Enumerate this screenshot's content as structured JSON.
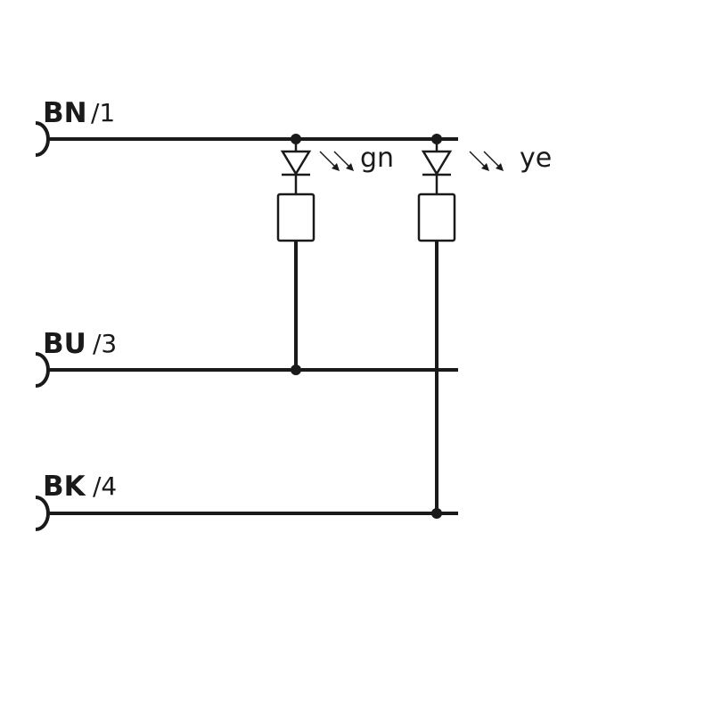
{
  "terminals": [
    {
      "color_code": "BN",
      "pin": "/1"
    },
    {
      "color_code": "BU",
      "pin": "/3"
    },
    {
      "color_code": "BK",
      "pin": "/4"
    }
  ],
  "leds": [
    {
      "color_label": "gn"
    },
    {
      "color_label": "ye"
    }
  ],
  "style": {
    "line_color": "#1a1a1a",
    "background": "#ffffff"
  }
}
